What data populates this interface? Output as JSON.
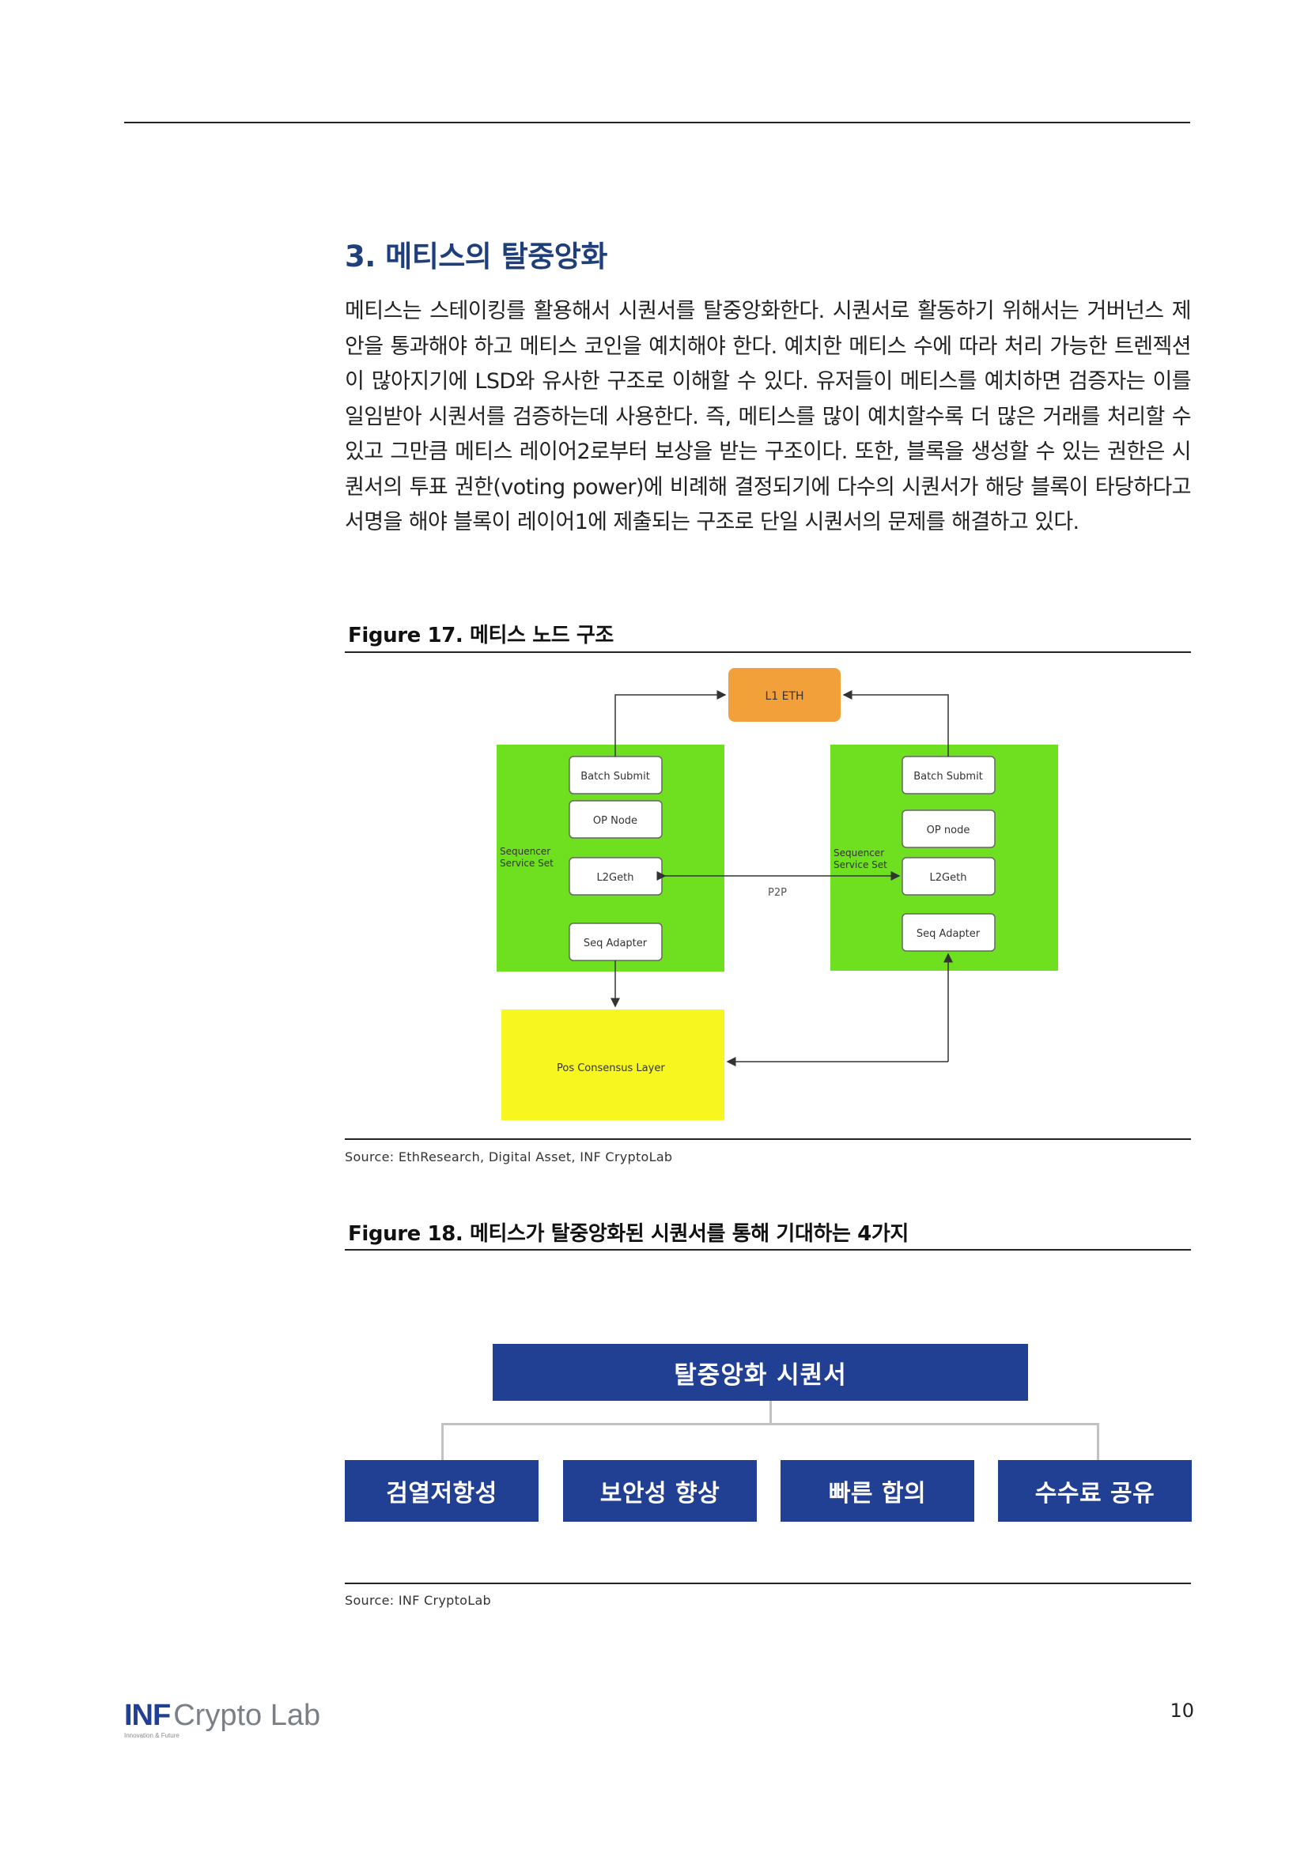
{
  "section": {
    "title": "3. 메티스의 탈중앙화",
    "body": "메티스는 스테이킹를 활용해서 시퀀서를 탈중앙화한다. 시퀀서로 활동하기 위해서는 거버넌스 제안을 통과해야 하고 메티스 코인을 예치해야 한다. 예치한 메티스 수에 따라 처리 가능한 트렌젝션이 많아지기에 LSD와 유사한 구조로 이해할 수 있다. 유저들이 메티스를 예치하면 검증자는 이를 일임받아 시퀀서를 검증하는데 사용한다. 즉, 메티스를 많이 예치할수록 더 많은 거래를 처리할 수 있고 그만큼 메티스 레이어2로부터 보상을 받는 구조이다. 또한, 블록을 생성할 수 있는 권한은 시퀀서의 투표 권한(voting power)에 비례해 결정되기에 다수의 시퀀서가 해당 블록이 타당하다고 서명을 해야 블록이 레이어1에 제출되는 구조로 단일 시퀀서의 문제를 해결하고 있다."
  },
  "figure17": {
    "caption": "Figure 17. 메티스 노드 구조",
    "source": "Source: EthResearch, Digital Asset, INF CryptoLab",
    "diagram": {
      "l1": "L1 ETH",
      "left_set": {
        "label_line1": "Sequencer",
        "label_line2": "Service Set",
        "batch": "Batch Submit",
        "op": "OP Node",
        "l2": "L2Geth",
        "seq": "Seq Adapter"
      },
      "right_set": {
        "label_line1": "Sequencer",
        "label_line2": "Service Set",
        "batch": "Batch Submit",
        "op": "OP node",
        "l2": "L2Geth",
        "seq": "Seq Adapter"
      },
      "p2p": "P2P",
      "pos": "Pos Consensus  Layer",
      "colors": {
        "green": "#6fe01f",
        "orange": "#f2a03a",
        "yellow": "#f7f71f"
      }
    }
  },
  "figure18": {
    "caption": "Figure 18. 메티스가 탈중앙화된 시퀀서를 통해 기대하는 4가지",
    "top": "탈중앙화 시퀀서",
    "items": [
      "검열저항성",
      "보안성 향상",
      "빠른 합의",
      "수수료 공유"
    ],
    "source": "Source: INF CryptoLab",
    "color": "#213f93"
  },
  "footer": {
    "logo_inf": "INF",
    "logo_rest": "Crypto Lab",
    "logo_sub": "Innovation & Future",
    "page": "10"
  }
}
